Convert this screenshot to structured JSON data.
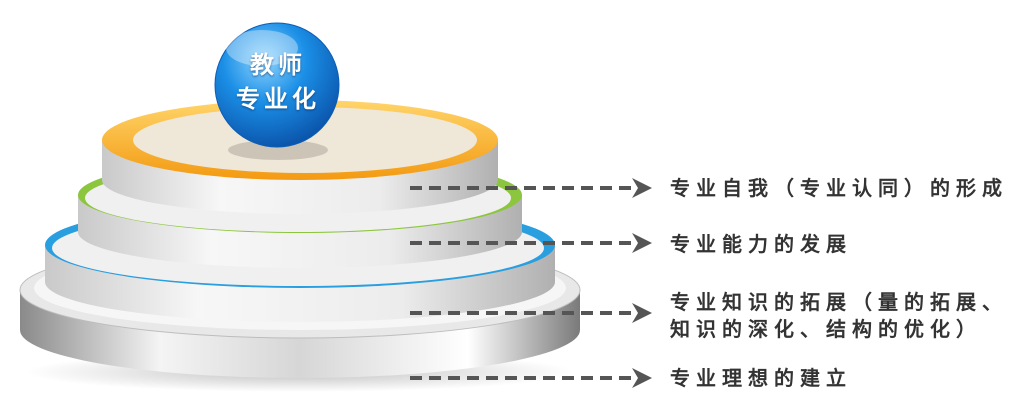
{
  "center": {
    "line1": "教师",
    "line2": "专业化"
  },
  "layers": [
    {
      "name": "top",
      "label": "专业自我（专业认同）的形成",
      "rim_color": "#f5a31a"
    },
    {
      "name": "second",
      "label": "专业能力的发展",
      "rim_color": "#8cc63e"
    },
    {
      "name": "third",
      "label_line1": "专业知识的拓展（量的拓展、",
      "label_line2": "知识的深化、结构的优化）",
      "rim_color": "#2a9fe0"
    },
    {
      "name": "base",
      "label": "专业理想的建立",
      "rim_color": "#c8c8c8"
    }
  ],
  "colors": {
    "ball": "#1688e0",
    "arrow": "#555555",
    "text": "#333333"
  }
}
